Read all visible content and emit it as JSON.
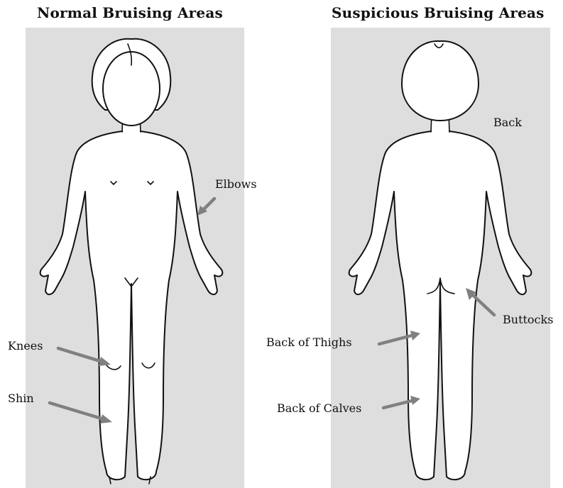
{
  "titles": {
    "normal": "Normal Bruising Areas",
    "suspicious": "Suspicious Bruising Areas"
  },
  "labels": {
    "elbows": "Elbows",
    "knees": "Knees",
    "shin": "Shin",
    "back": "Back",
    "buttocks": "Buttocks",
    "back_of_thighs": "Back of Thighs",
    "back_of_calves": "Back of Calves"
  },
  "colors": {
    "panel": "#dedede",
    "arrow": "#808080",
    "outline": "#111111"
  }
}
